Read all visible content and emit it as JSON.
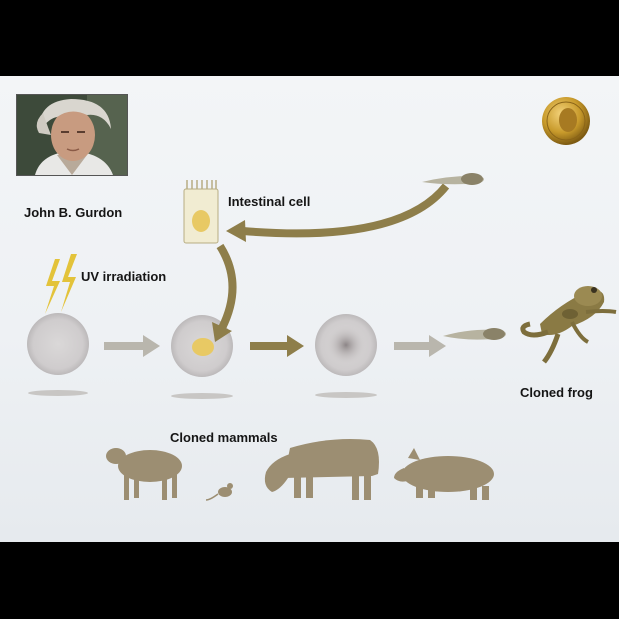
{
  "portrait": {
    "name": "John B. Gurdon"
  },
  "labels": {
    "intestinal_cell": "Intestinal cell",
    "uv_irradiation": "UV irradiation",
    "cloned_frog": "Cloned frog",
    "cloned_mammals": "Cloned mammals"
  },
  "colors": {
    "arrow_olive": "#8e7e4a",
    "arrow_grey": "#b9b6ad",
    "animal": "#9c8e72",
    "bolt": "#e3c33a",
    "nucleus": "#e8c964",
    "medal": "#c89a2b"
  },
  "icons": [
    "nobel-medal-icon",
    "lightning-bolt-icon",
    "tadpole-icon",
    "frog-icon",
    "sheep-icon",
    "mouse-icon",
    "cow-icon",
    "pig-icon",
    "intestinal-cell-icon"
  ]
}
